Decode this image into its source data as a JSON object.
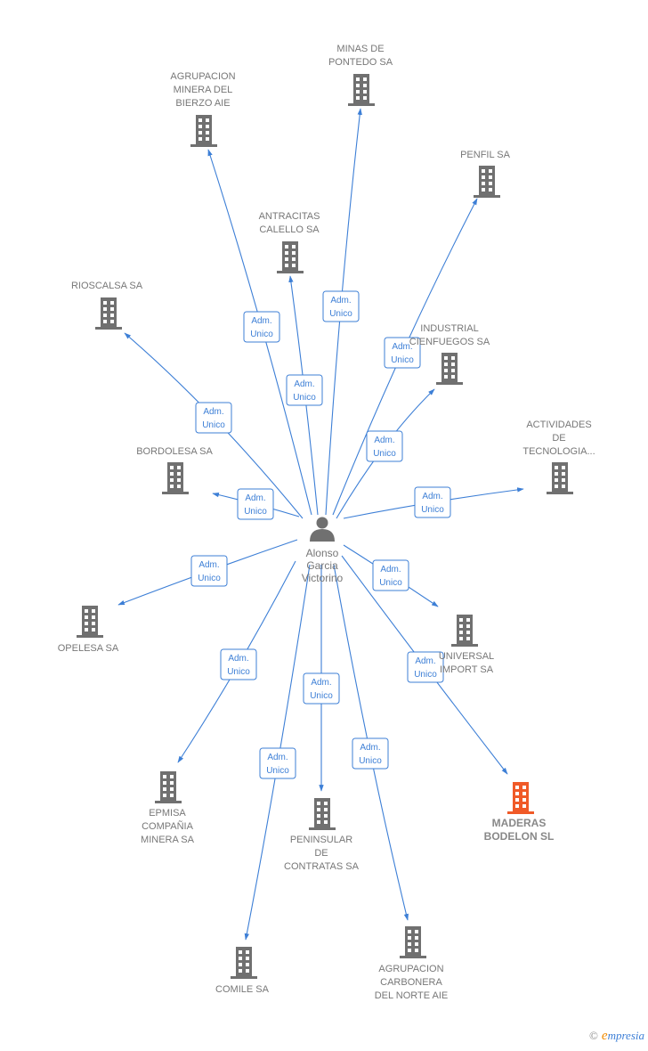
{
  "center": {
    "label_lines": [
      "Alonso",
      "Garcia",
      "Victorino"
    ],
    "icon": "person-icon"
  },
  "edge_label_lines": [
    "Adm.",
    "Unico"
  ],
  "colors": {
    "edge": "#3d7fd6",
    "building": "#707070",
    "highlight": "#f05a28"
  },
  "nodes": [
    {
      "id": "minas",
      "lines": [
        "MINAS DE",
        "PONTEDO SA"
      ]
    },
    {
      "id": "agrupacion-bierzo",
      "lines": [
        "AGRUPACION",
        "MINERA DEL",
        "BIERZO AIE"
      ]
    },
    {
      "id": "penfil",
      "lines": [
        "PENFIL SA"
      ]
    },
    {
      "id": "antracitas",
      "lines": [
        "ANTRACITAS",
        "CALELLO SA"
      ]
    },
    {
      "id": "rioscalsa",
      "lines": [
        "RIOSCALSA SA"
      ]
    },
    {
      "id": "industrial",
      "lines": [
        "INDUSTRIAL",
        "CIENFUEGOS SA"
      ]
    },
    {
      "id": "actividades",
      "lines": [
        "ACTIVIDADES",
        "DE",
        "TECNOLOGIA..."
      ]
    },
    {
      "id": "bordolesa",
      "lines": [
        "BORDOLESA SA"
      ]
    },
    {
      "id": "opelesa",
      "lines": [
        "OPELESA SA"
      ]
    },
    {
      "id": "universal",
      "lines": [
        "UNIVERSAL",
        "IMPORT SA"
      ]
    },
    {
      "id": "maderas",
      "lines": [
        "MADERAS",
        "BODELON SL"
      ],
      "highlight": true
    },
    {
      "id": "epmisa",
      "lines": [
        "EPMISA",
        "COMPAÑIA",
        "MINERA SA"
      ]
    },
    {
      "id": "peninsular",
      "lines": [
        "PENINSULAR",
        "DE",
        "CONTRATAS SA"
      ]
    },
    {
      "id": "comile",
      "lines": [
        "COMILE SA"
      ]
    },
    {
      "id": "agrupacion-carbonera",
      "lines": [
        "AGRUPACION",
        "CARBONERA",
        "DEL NORTE AIE"
      ]
    }
  ],
  "footer": {
    "copyright": "©",
    "brand_e": "e",
    "brand_rest": "mpresia"
  }
}
